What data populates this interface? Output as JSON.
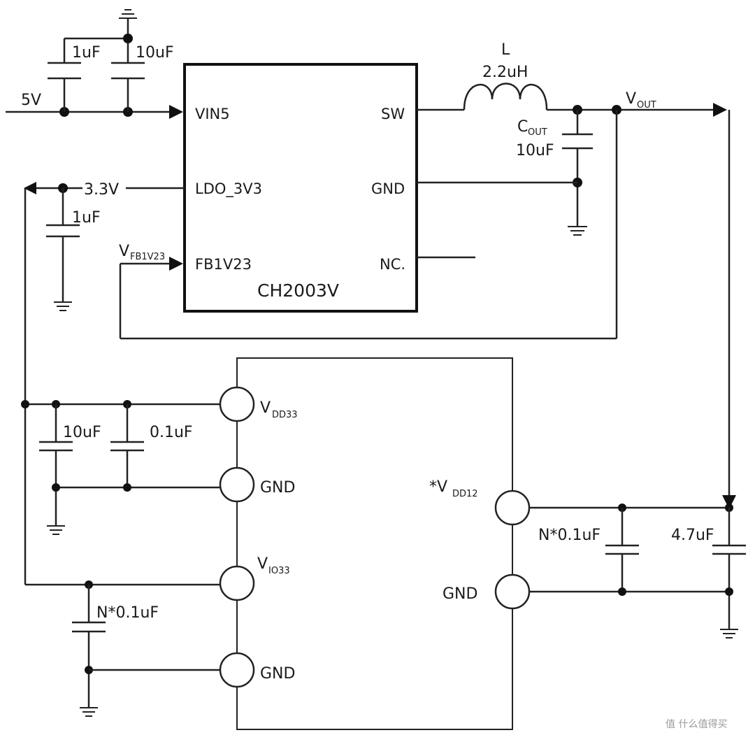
{
  "chip": {
    "name": "CH2003V",
    "pins_left": [
      "VIN5",
      "LDO_3V3",
      "FB1V23"
    ],
    "pins_right": [
      "SW",
      "GND",
      "NC."
    ]
  },
  "labels": {
    "input_voltage": "5V",
    "ldo_voltage": "3.3V",
    "inductor_name": "L",
    "inductor_value": "2.2uH",
    "vout_main": "V",
    "vout_sub": "OUT",
    "cout_main": "C",
    "cout_sub": "OUT",
    "cout_value": "10uF",
    "vfb_main": "V",
    "vfb_sub": "FB1V23"
  },
  "input_caps": [
    "1uF",
    "10uF"
  ],
  "ldo_cap": "1uF",
  "soc": {
    "vdd33_main": "V",
    "vdd33_sub": "DD33",
    "vio33_main": "V",
    "vio33_sub": "IO33",
    "vdd12_prefix": "*V",
    "vdd12_sub": "DD12",
    "gnd_label": "GND",
    "vdd33_caps": [
      "10uF",
      "0.1uF"
    ],
    "vio33_cap": "N*0.1uF",
    "vdd12_caps": [
      "N*0.1uF",
      "4.7uF"
    ]
  },
  "watermark": "值 什么值得买"
}
